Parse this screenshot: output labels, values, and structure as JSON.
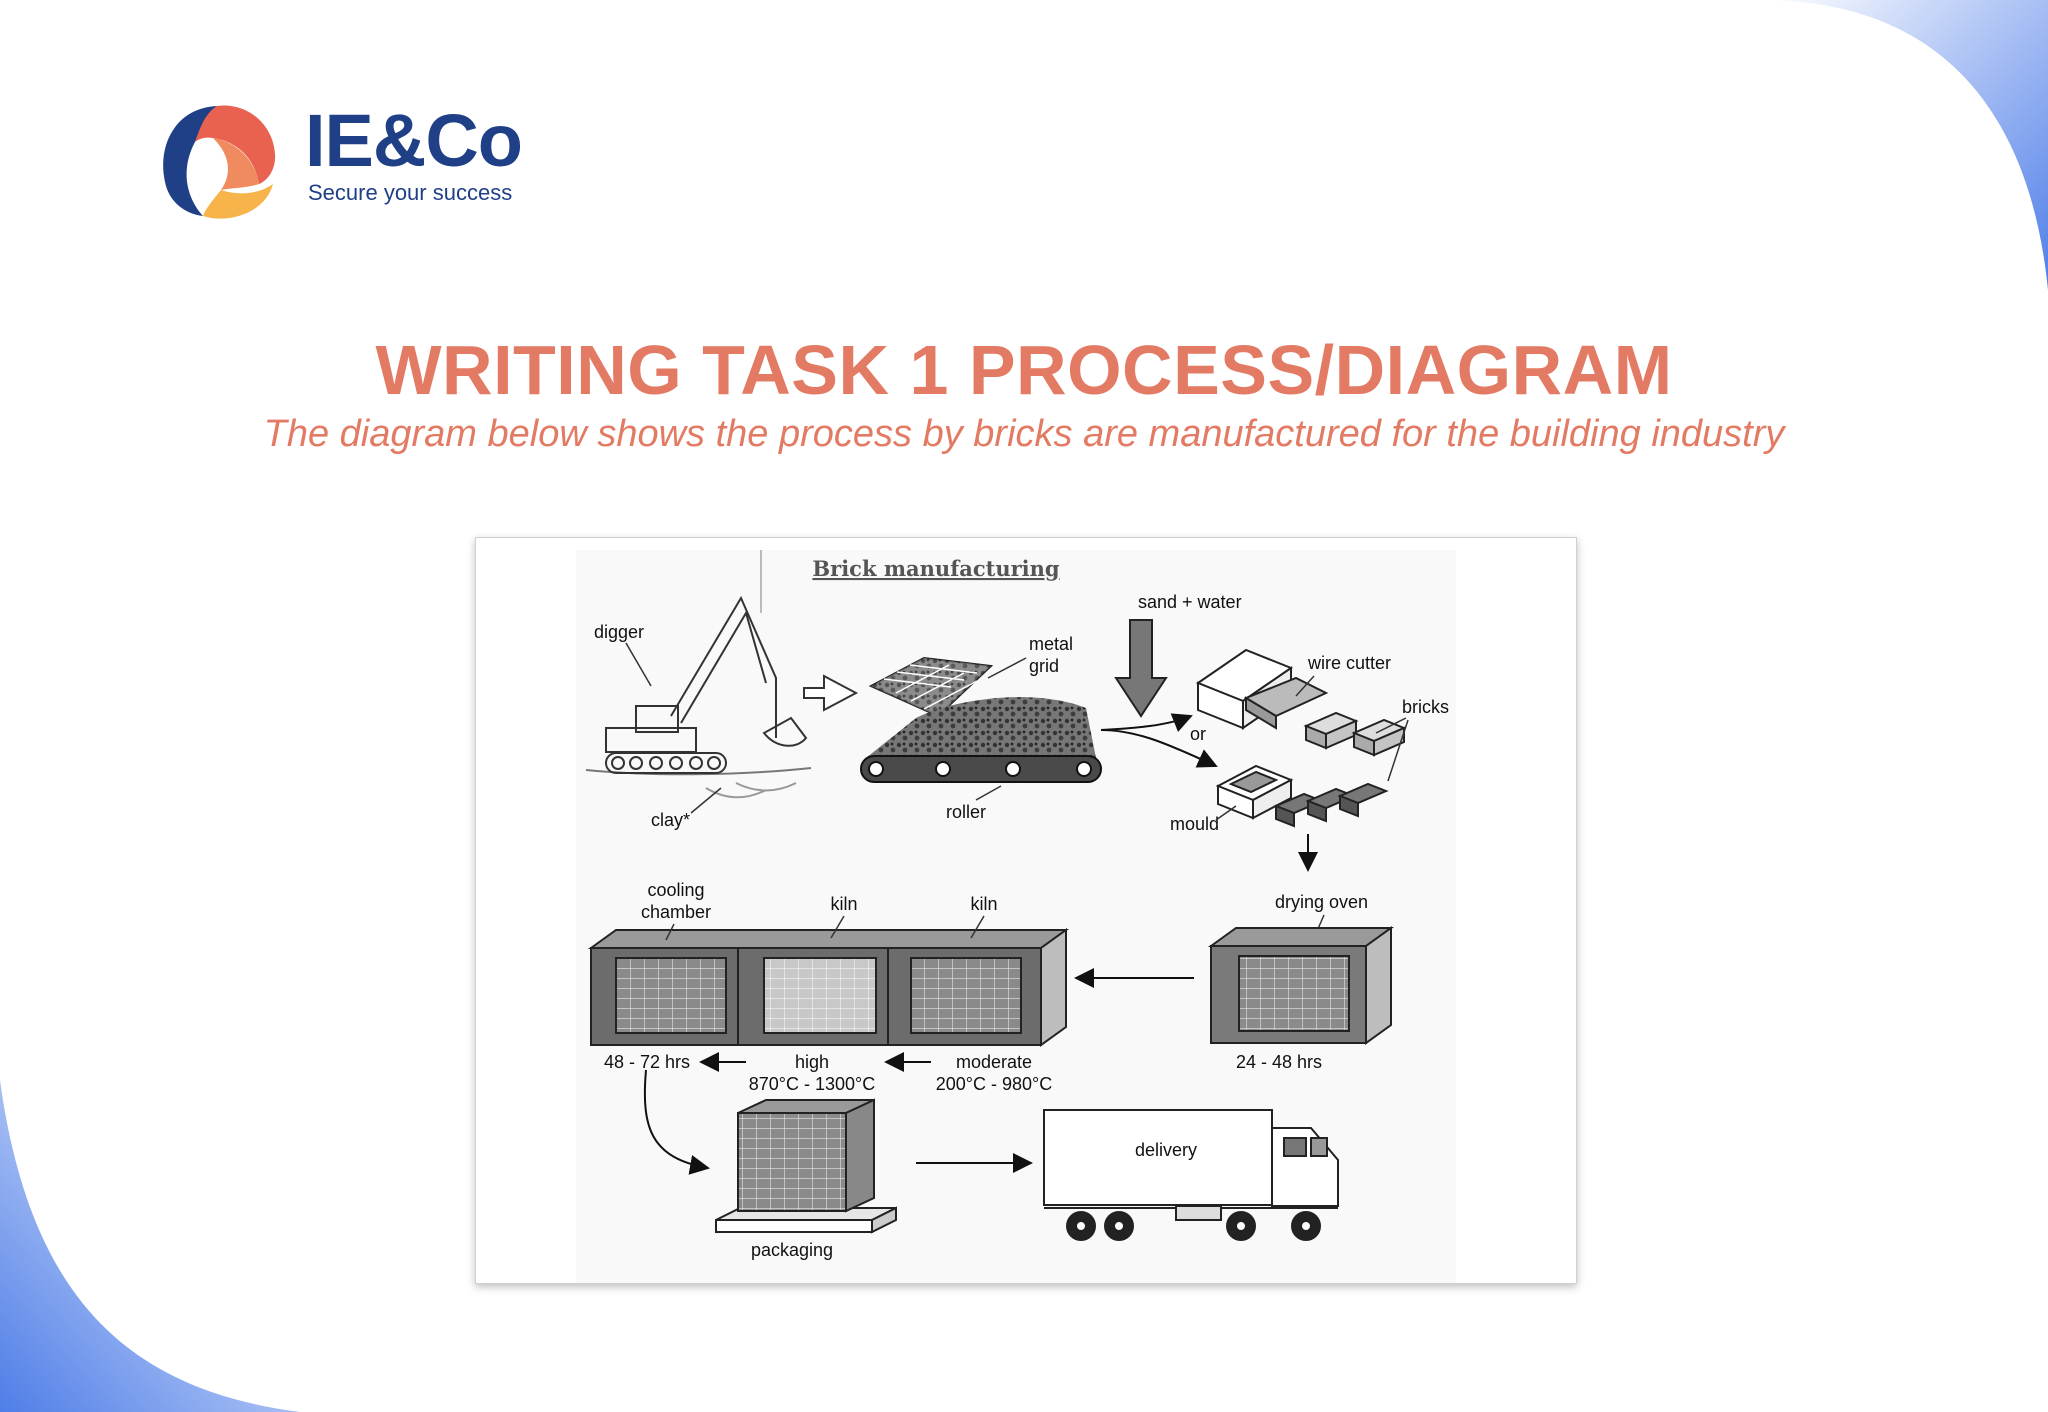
{
  "logo": {
    "name": "IE&Co",
    "tagline": "Secure your success"
  },
  "heading": {
    "title": "WRITING TASK 1 PROCESS/DIAGRAM",
    "subtitle": "The diagram below shows the process by bricks are manufactured for the building industry"
  },
  "diagram": {
    "title": "Brick manufacturing",
    "labels": {
      "digger": "digger",
      "clay": "clay*",
      "metal": "metal",
      "grid": "grid",
      "roller": "roller",
      "sand_water": "sand + water",
      "wire_cutter": "wire cutter",
      "bricks": "bricks",
      "or": "or",
      "mould": "mould",
      "drying_oven": "drying oven",
      "drying_time": "24 - 48 hrs",
      "cooling": "cooling",
      "chamber": "chamber",
      "kiln_high": "kiln",
      "kiln_moderate": "kiln",
      "cooling_time": "48 - 72 hrs",
      "high": "high",
      "high_temp": "870°C - 1300°C",
      "moderate": "moderate",
      "moderate_temp": "200°C - 980°C",
      "packaging": "packaging",
      "delivery": "delivery"
    }
  },
  "colors": {
    "accent": "#e37a64",
    "brand": "#1f3f87",
    "wave": "#5b85e6"
  }
}
